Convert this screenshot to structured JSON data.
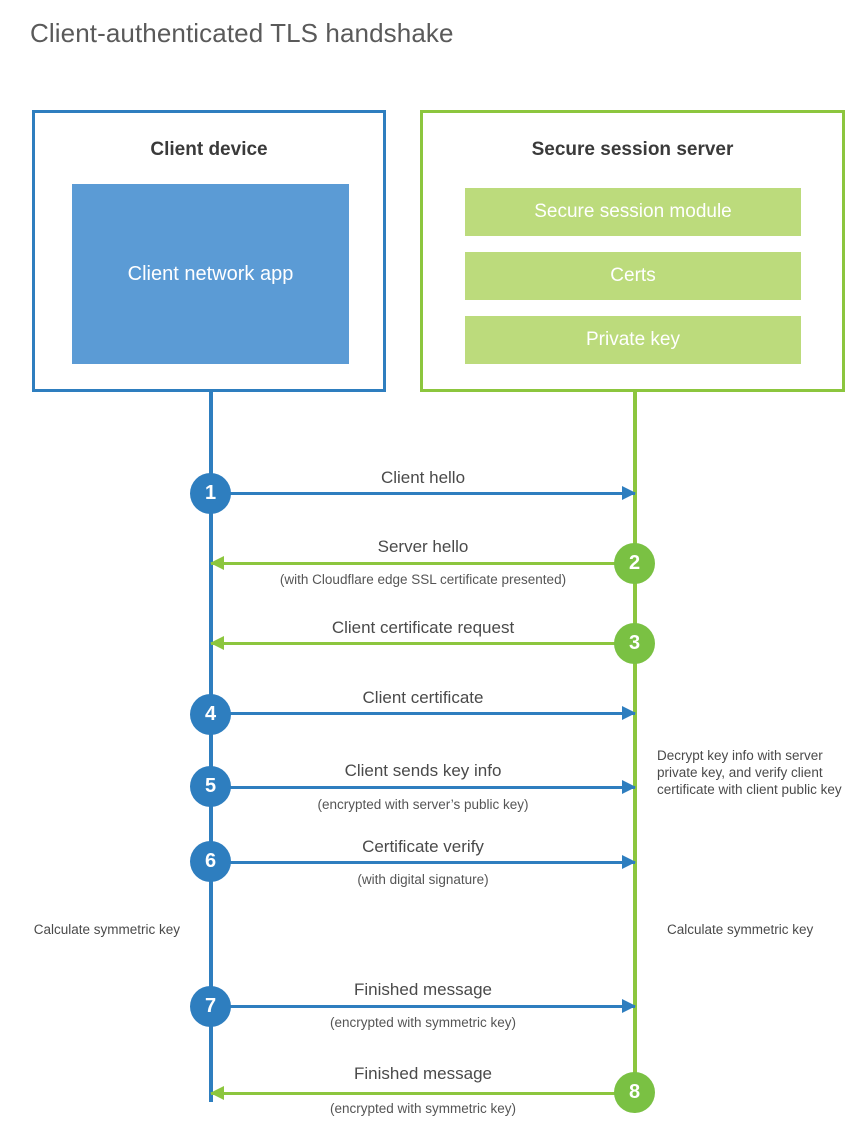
{
  "title": "Client-authenticated TLS handshake",
  "colors": {
    "client_accent": "#2E7EBF",
    "client_fill": "#5B9BD5",
    "server_accent": "#8CC63E",
    "server_fill": "#BCDB7C",
    "server_circle": "#7AC143",
    "text": "#4a4a4a",
    "background": "#ffffff"
  },
  "actors": {
    "client": {
      "title": "Client device",
      "blocks": [
        "Client network app"
      ]
    },
    "server": {
      "title": "Secure session server",
      "blocks": [
        "Secure session module",
        "Certs",
        "Private key"
      ]
    }
  },
  "steps": [
    {
      "number": "1",
      "label": "Client hello",
      "sublabel": "",
      "direction": "client-to-server",
      "side": "client"
    },
    {
      "number": "2",
      "label": "Server hello",
      "sublabel": "(with Cloudflare edge SSL certificate presented)",
      "direction": "server-to-client",
      "side": "server"
    },
    {
      "number": "3",
      "label": "Client certificate request",
      "sublabel": "",
      "direction": "server-to-client",
      "side": "server"
    },
    {
      "number": "4",
      "label": "Client certificate",
      "sublabel": "",
      "direction": "client-to-server",
      "side": "client"
    },
    {
      "number": "5",
      "label": "Client sends key info",
      "sublabel": "(encrypted with server’s public key)",
      "direction": "client-to-server",
      "side": "client"
    },
    {
      "number": "6",
      "label": "Certificate verify",
      "sublabel": "(with digital signature)",
      "direction": "client-to-server",
      "side": "client"
    },
    {
      "number": "7",
      "label": "Finished message",
      "sublabel": "(encrypted with symmetric key)",
      "direction": "client-to-server",
      "side": "client"
    },
    {
      "number": "8",
      "label": "Finished message",
      "sublabel": "(encrypted with symmetric key)",
      "direction": "server-to-client",
      "side": "server"
    }
  ],
  "notes": {
    "decrypt": "Decrypt key info with server private key, and verify client certificate with client public key",
    "calculate_client": "Calculate symmetric key",
    "calculate_server": "Calculate symmetric key"
  }
}
